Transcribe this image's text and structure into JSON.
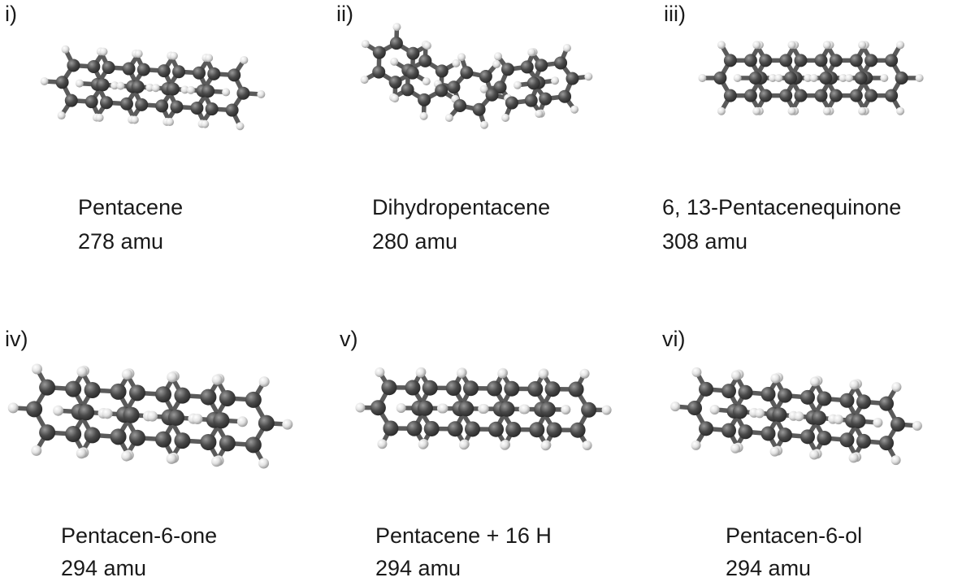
{
  "panels": [
    {
      "roman": "i)",
      "name": "Pentacene",
      "mass": "278 amu"
    },
    {
      "roman": "ii)",
      "name": "Dihydropentacene",
      "mass": "280 amu"
    },
    {
      "roman": "iii)",
      "name": "6, 13-Pentacenequinone",
      "mass": "308 amu"
    },
    {
      "roman": "iv)",
      "name": "Pentacen-6-one",
      "mass": "294 amu"
    },
    {
      "roman": "v)",
      "name": "Pentacene + 16 H",
      "mass": "294 amu"
    },
    {
      "roman": "vi)",
      "name": "Pentacen-6-ol",
      "mass": "294 amu"
    }
  ],
  "colors": {
    "carbon": "#4a4a4a",
    "hydrogen": "#e2e2e2",
    "oxygen": "#e0101a",
    "bond": "#5a5a5a"
  }
}
